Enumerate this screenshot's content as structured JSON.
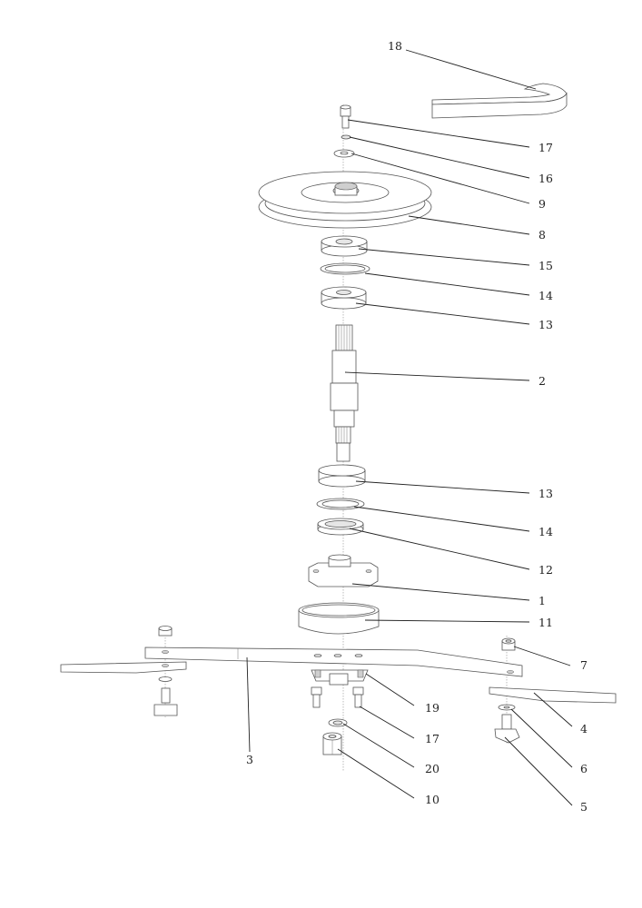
{
  "callouts": {
    "c18": "18",
    "c17a": "17",
    "c16": "16",
    "c9": "9",
    "c8": "8",
    "c15": "15",
    "c14a": "14",
    "c13a": "13",
    "c2": "2",
    "c13b": "13",
    "c14b": "14",
    "c12": "12",
    "c1": "1",
    "c11": "11",
    "c7": "7",
    "c4": "4",
    "c19": "19",
    "c17b": "17",
    "c20": "20",
    "c10": "10",
    "c6": "6",
    "c3": "3",
    "c5": "5"
  },
  "colors": {
    "line": "#555555",
    "leader": "#222222",
    "background": "#ffffff"
  }
}
